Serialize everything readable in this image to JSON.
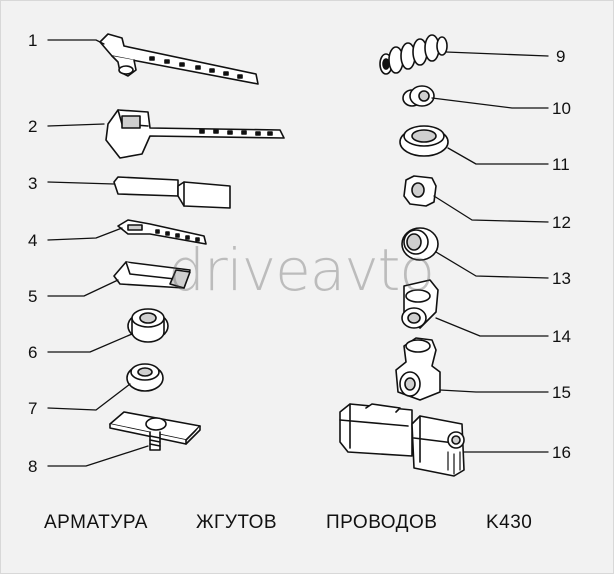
{
  "figure": {
    "callouts": [
      "1",
      "2",
      "3",
      "4",
      "5",
      "6",
      "7",
      "8",
      "9",
      "10",
      "11",
      "12",
      "13",
      "14",
      "15",
      "16"
    ],
    "caption": {
      "word1": "АРМАТУРА",
      "word2": "ЖГУТОВ",
      "word3": "ПРОВОДОВ",
      "code": "K430"
    },
    "watermark": "driveavto"
  },
  "colors": {
    "ink": "#111111",
    "background": "#f2f2f2",
    "part_fill": "#ffffff",
    "shade": "#cfcfcf"
  },
  "parts": [
    {
      "id": 1,
      "icon": "cable-tie-with-clip-icon"
    },
    {
      "id": 2,
      "icon": "cable-tie-with-bracket-icon"
    },
    {
      "id": 3,
      "icon": "connector-cover-strip-icon"
    },
    {
      "id": 4,
      "icon": "small-cable-tie-icon"
    },
    {
      "id": 5,
      "icon": "flat-sleeve-icon"
    },
    {
      "id": 6,
      "icon": "grommet-large-icon"
    },
    {
      "id": 7,
      "icon": "grommet-small-icon"
    },
    {
      "id": 8,
      "icon": "stud-plate-icon"
    },
    {
      "id": 9,
      "icon": "corrugated-boot-icon"
    },
    {
      "id": 10,
      "icon": "small-bushing-icon"
    },
    {
      "id": 11,
      "icon": "ring-grommet-icon"
    },
    {
      "id": 12,
      "icon": "square-grommet-icon"
    },
    {
      "id": 13,
      "icon": "cup-grommet-icon"
    },
    {
      "id": 14,
      "icon": "clip-holder-icon"
    },
    {
      "id": 15,
      "icon": "wire-clamp-icon"
    },
    {
      "id": 16,
      "icon": "double-connector-housing-icon"
    }
  ]
}
